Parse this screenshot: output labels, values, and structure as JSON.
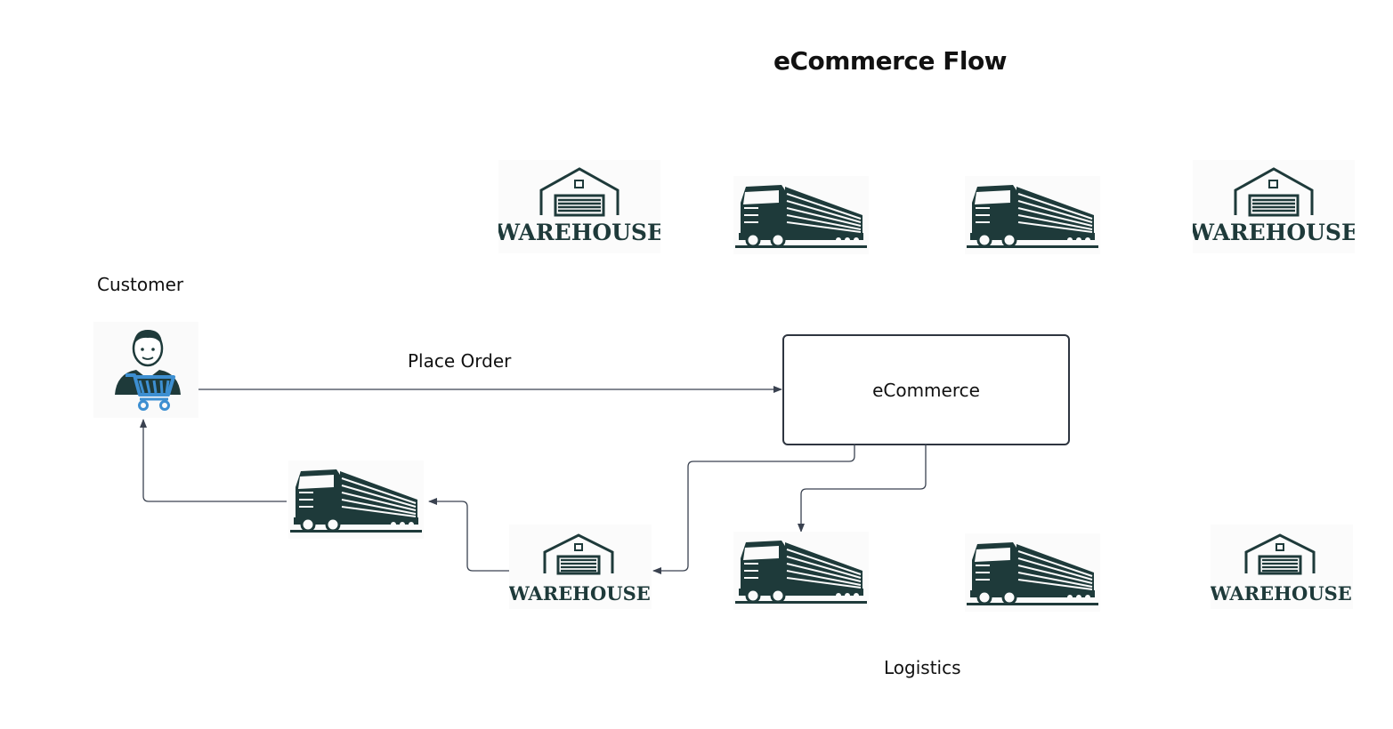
{
  "title": "eCommerce Flow",
  "labels": {
    "customer": "Customer",
    "place_order": "Place Order",
    "logistics": "Logistics"
  },
  "nodes": {
    "ecommerce": "eCommerce"
  },
  "icons": {
    "warehouse_text": "WAREHOUSE",
    "warehouse": "warehouse-icon",
    "truck": "truck-icon",
    "customer": "customer-shopping-cart-icon"
  },
  "colors": {
    "icon_dark": "#1e3a3a",
    "cart_blue": "#3d8fd1",
    "connector": "#3a4250"
  }
}
